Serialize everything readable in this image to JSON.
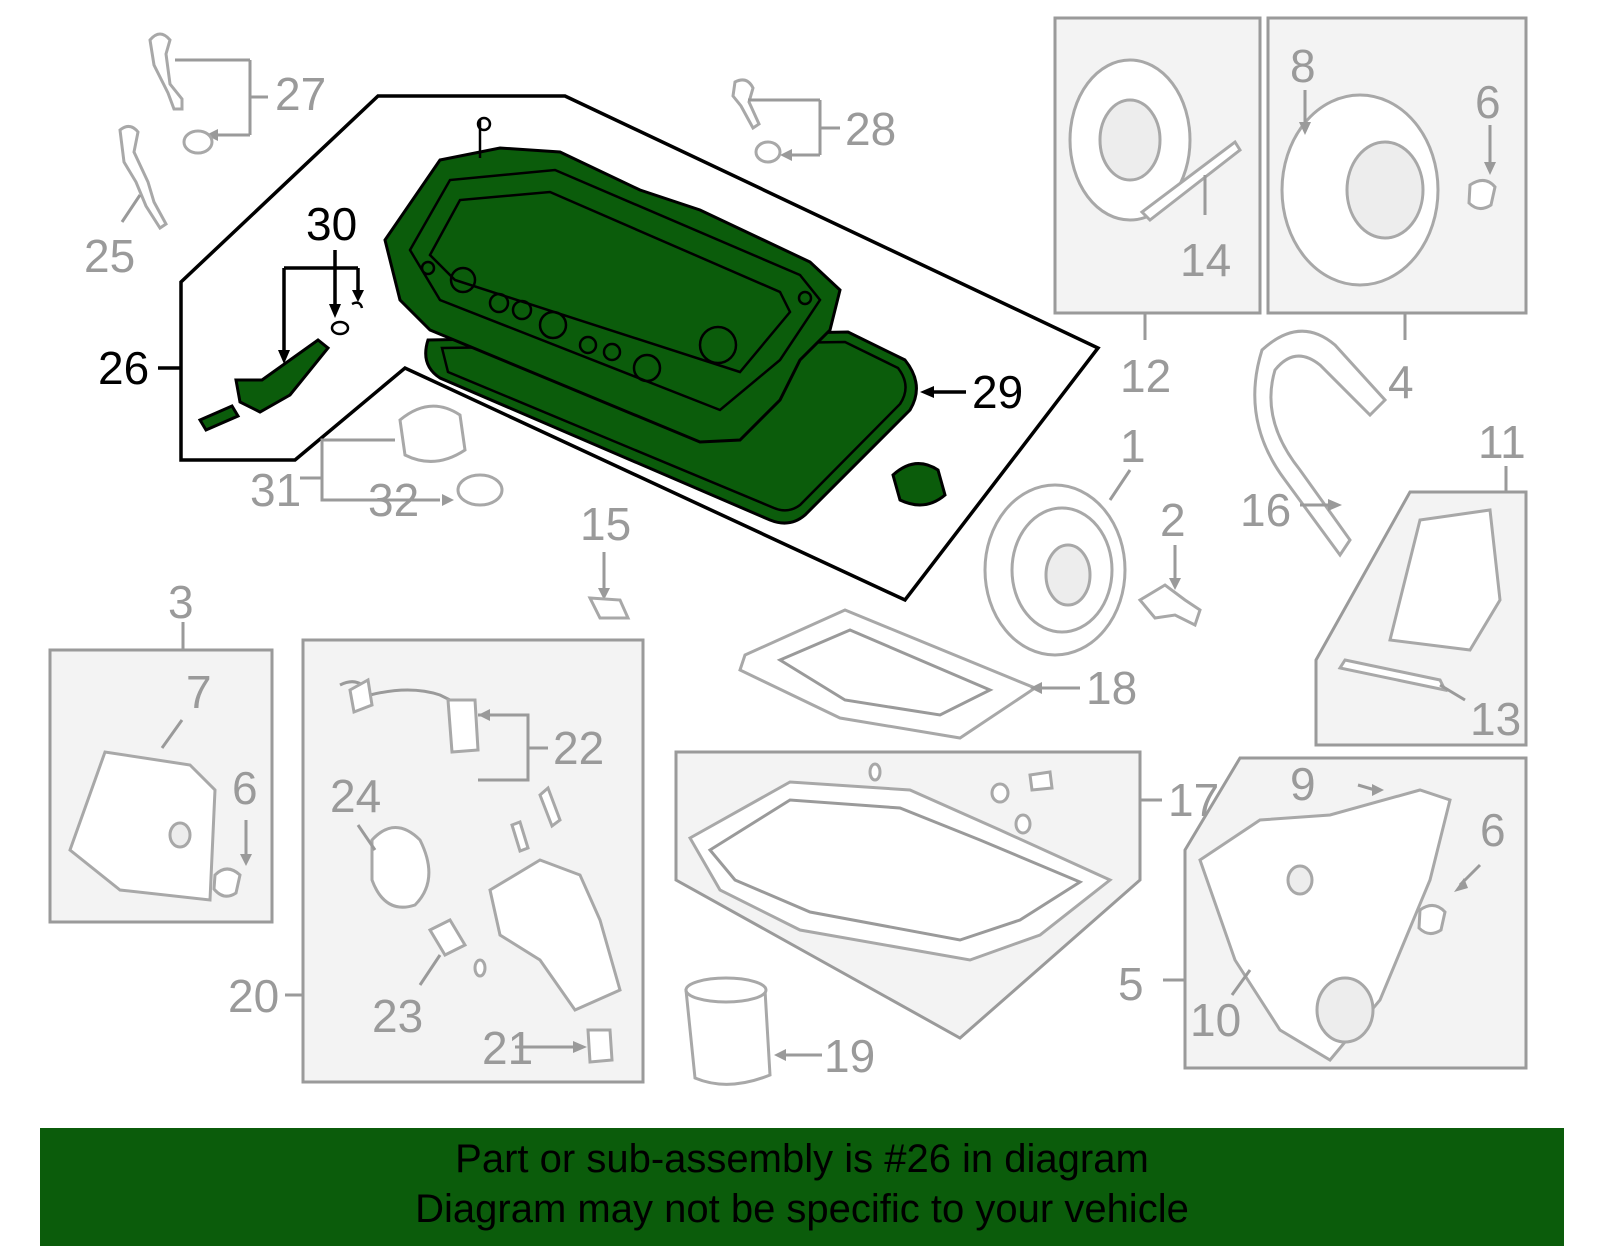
{
  "colors": {
    "highlight_green": "#0b5c0b",
    "banner_green": "#0b5c0b",
    "grey_line": "#9a9a9a",
    "black_line": "#000000"
  },
  "callouts": {
    "n1": "1",
    "n2": "2",
    "n3": "3",
    "n4": "4",
    "n5": "5",
    "n6a": "6",
    "n6b": "6",
    "n6c": "6",
    "n7": "7",
    "n8": "8",
    "n9": "9",
    "n10": "10",
    "n11": "11",
    "n12": "12",
    "n13": "13",
    "n14": "14",
    "n15": "15",
    "n16": "16",
    "n17": "17",
    "n18": "18",
    "n19": "19",
    "n20": "20",
    "n21": "21",
    "n22": "22",
    "n23": "23",
    "n24": "24",
    "n25": "25",
    "n26": "26",
    "n27": "27",
    "n28": "28",
    "n29": "29",
    "n30": "30",
    "n31": "31",
    "n32": "32"
  },
  "banner": {
    "line1": "Part or sub-assembly is #26 in diagram",
    "line2": "Diagram may not be specific to your vehicle"
  }
}
